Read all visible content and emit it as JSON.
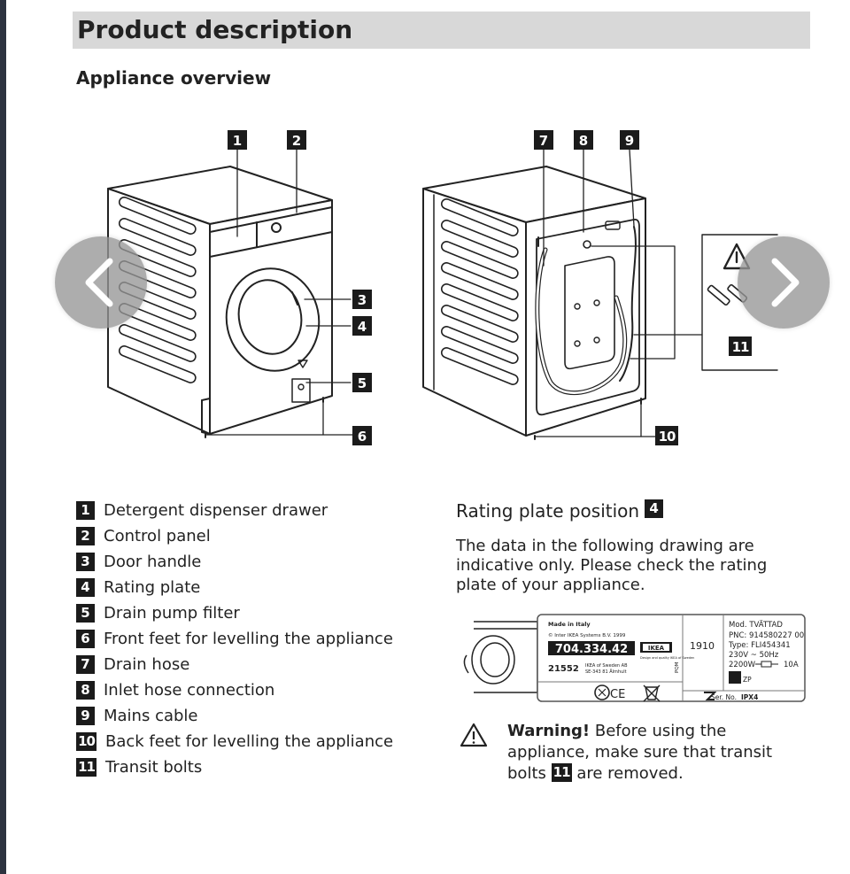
{
  "page": {
    "title": "Product description",
    "section_title": "Appliance overview"
  },
  "illustration": {
    "front_callouts": [
      "1",
      "2",
      "3",
      "4",
      "5",
      "6"
    ],
    "rear_callouts": [
      "7",
      "8",
      "9",
      "10"
    ],
    "inset_callout": "11"
  },
  "navigation": {
    "prev_icon": "chevron-left-icon",
    "next_icon": "chevron-right-icon"
  },
  "legend": [
    {
      "num": "1",
      "label": "Detergent dispenser drawer"
    },
    {
      "num": "2",
      "label": "Control panel"
    },
    {
      "num": "3",
      "label": "Door handle"
    },
    {
      "num": "4",
      "label": "Rating plate"
    },
    {
      "num": "5",
      "label": "Drain pump filter"
    },
    {
      "num": "6",
      "label": "Front feet for levelling the appliance"
    },
    {
      "num": "7",
      "label": "Drain hose"
    },
    {
      "num": "8",
      "label": "Inlet hose connection"
    },
    {
      "num": "9",
      "label": "Mains cable"
    },
    {
      "num": "10",
      "label": "Back feet for levelling the appliance"
    },
    {
      "num": "11",
      "label": "Transit bolts"
    }
  ],
  "rating_plate": {
    "heading": "Rating plate position",
    "heading_ref": "4",
    "description": "The data in the following drawing are indicative only. Please check the rating plate of your appliance.",
    "plate": {
      "made_in": "Made in Italy",
      "copyright": "© Inter IKEA Systems B.V. 1999",
      "article": "704.334.42",
      "brand": "IKEA",
      "brand_note": "Design and quality IKEA of Sweden",
      "code": "21552",
      "address_1": "IKEA of Sweden AB",
      "address_2": "SE-343 81 Älmhult",
      "date_code": "1910",
      "side_code": "PQM",
      "model": "Mod. TVÄTTAD",
      "pnc": "PNC: 914580227 00",
      "type": "Type: FLI454341",
      "voltage": "230V ~ 50Hz",
      "power": "2200W",
      "fuse": "10A",
      "zp": "ZP",
      "serial": "Ser. No.",
      "ip": "IPX4",
      "marks": "CE"
    }
  },
  "warning": {
    "label": "Warning!",
    "text_1": "Before using the appliance, make sure that transit bolts",
    "ref": "11",
    "text_2": "are removed."
  }
}
